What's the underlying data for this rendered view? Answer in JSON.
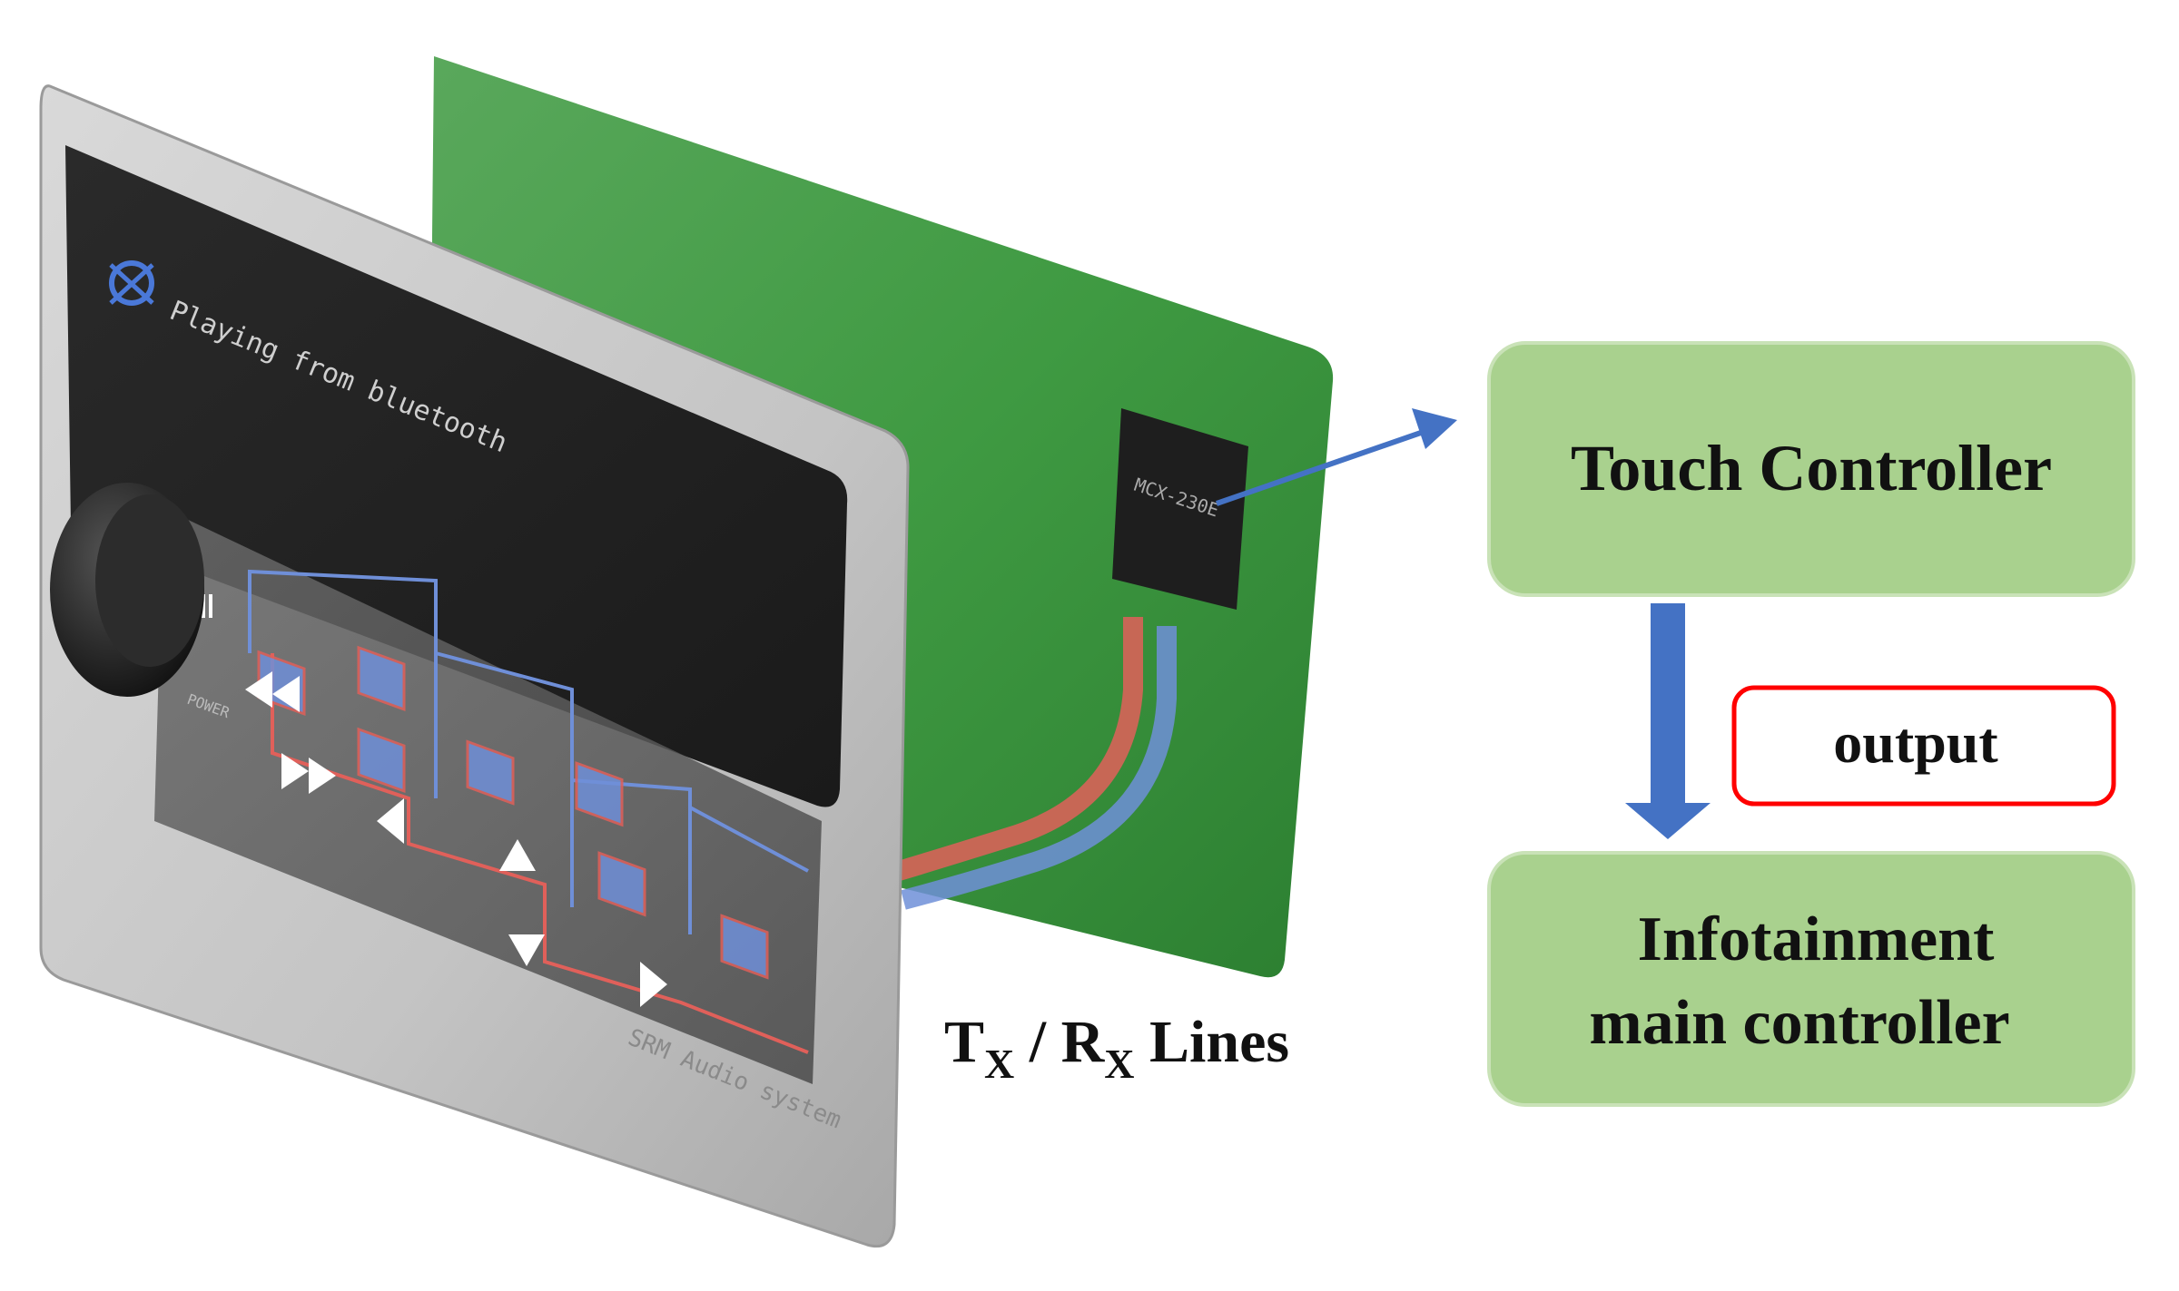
{
  "panel": {
    "status_text": "Playing from bluetooth",
    "chip_label": "MCX-230E",
    "knob_label": "POWER",
    "brand_text": "SRM Audio system"
  },
  "lines_label": {
    "t": "T",
    "t_sub": "X",
    "slash": " / ",
    "r": "R",
    "r_sub": "X",
    "rest": " Lines"
  },
  "touch_controller": {
    "label": "Touch Controller"
  },
  "output_tag": {
    "label": "output"
  },
  "infotainment": {
    "line1": "Infotainment",
    "line2": "main controller"
  },
  "colors": {
    "box_fill": "#a9d18e",
    "arrow_blue": "#4472c4",
    "output_border": "#ff0000",
    "pcb_green": "#3c9a3f",
    "tx_red": "#e0605a",
    "rx_blue": "#6f8fd8"
  }
}
